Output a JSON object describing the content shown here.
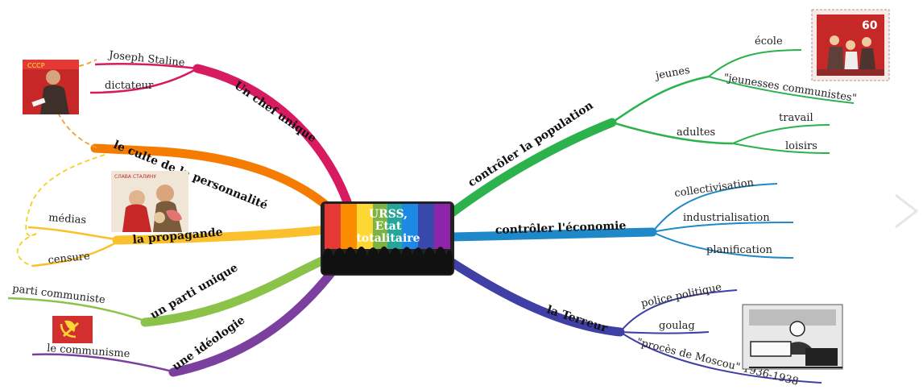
{
  "center": {
    "line1": "URSS,",
    "line2": "Etat",
    "line3": "totalitaire"
  },
  "left": {
    "chef": {
      "label": "Un chef unique",
      "items": [
        "Joseph Staline",
        "dictateur"
      ]
    },
    "culte": {
      "label": "le culte de la personnalité"
    },
    "propagande": {
      "label": "la propagande",
      "items": [
        "médias",
        "censure"
      ]
    },
    "parti": {
      "label": "un parti unique",
      "items": [
        "parti communiste"
      ]
    },
    "ideologie": {
      "label": "une idéologie",
      "items": [
        "le communisme"
      ]
    }
  },
  "right": {
    "population": {
      "label": "contrôler la population",
      "jeunes": {
        "label": "jeunes",
        "items": [
          "école",
          "\"jeunesses communistes\""
        ]
      },
      "adultes": {
        "label": "adultes",
        "items": [
          "travail",
          "loisirs"
        ]
      }
    },
    "economie": {
      "label": "contrôler l'économie",
      "items": [
        "collectivisation",
        "industrialisation",
        "planification"
      ]
    },
    "terreur": {
      "label": "la Terreur",
      "items": [
        "police politique",
        "goulag",
        "\"procès de Moscou\" 1936-1938"
      ]
    }
  },
  "images": {
    "stamp_value": "60",
    "staline_poster": "CCCP",
    "propaganda_poster": "СЛАВА СТАЛИНУ"
  },
  "colors": {
    "chef": "#d81b60",
    "culte": "#f57c00",
    "propagande": "#fbc02d",
    "parti": "#8bc34a",
    "ideologie": "#7b3fa0",
    "population": "#2bb24c",
    "economie": "#1e88c8",
    "terreur": "#3f3fa5",
    "dashed": "#f0a030"
  }
}
